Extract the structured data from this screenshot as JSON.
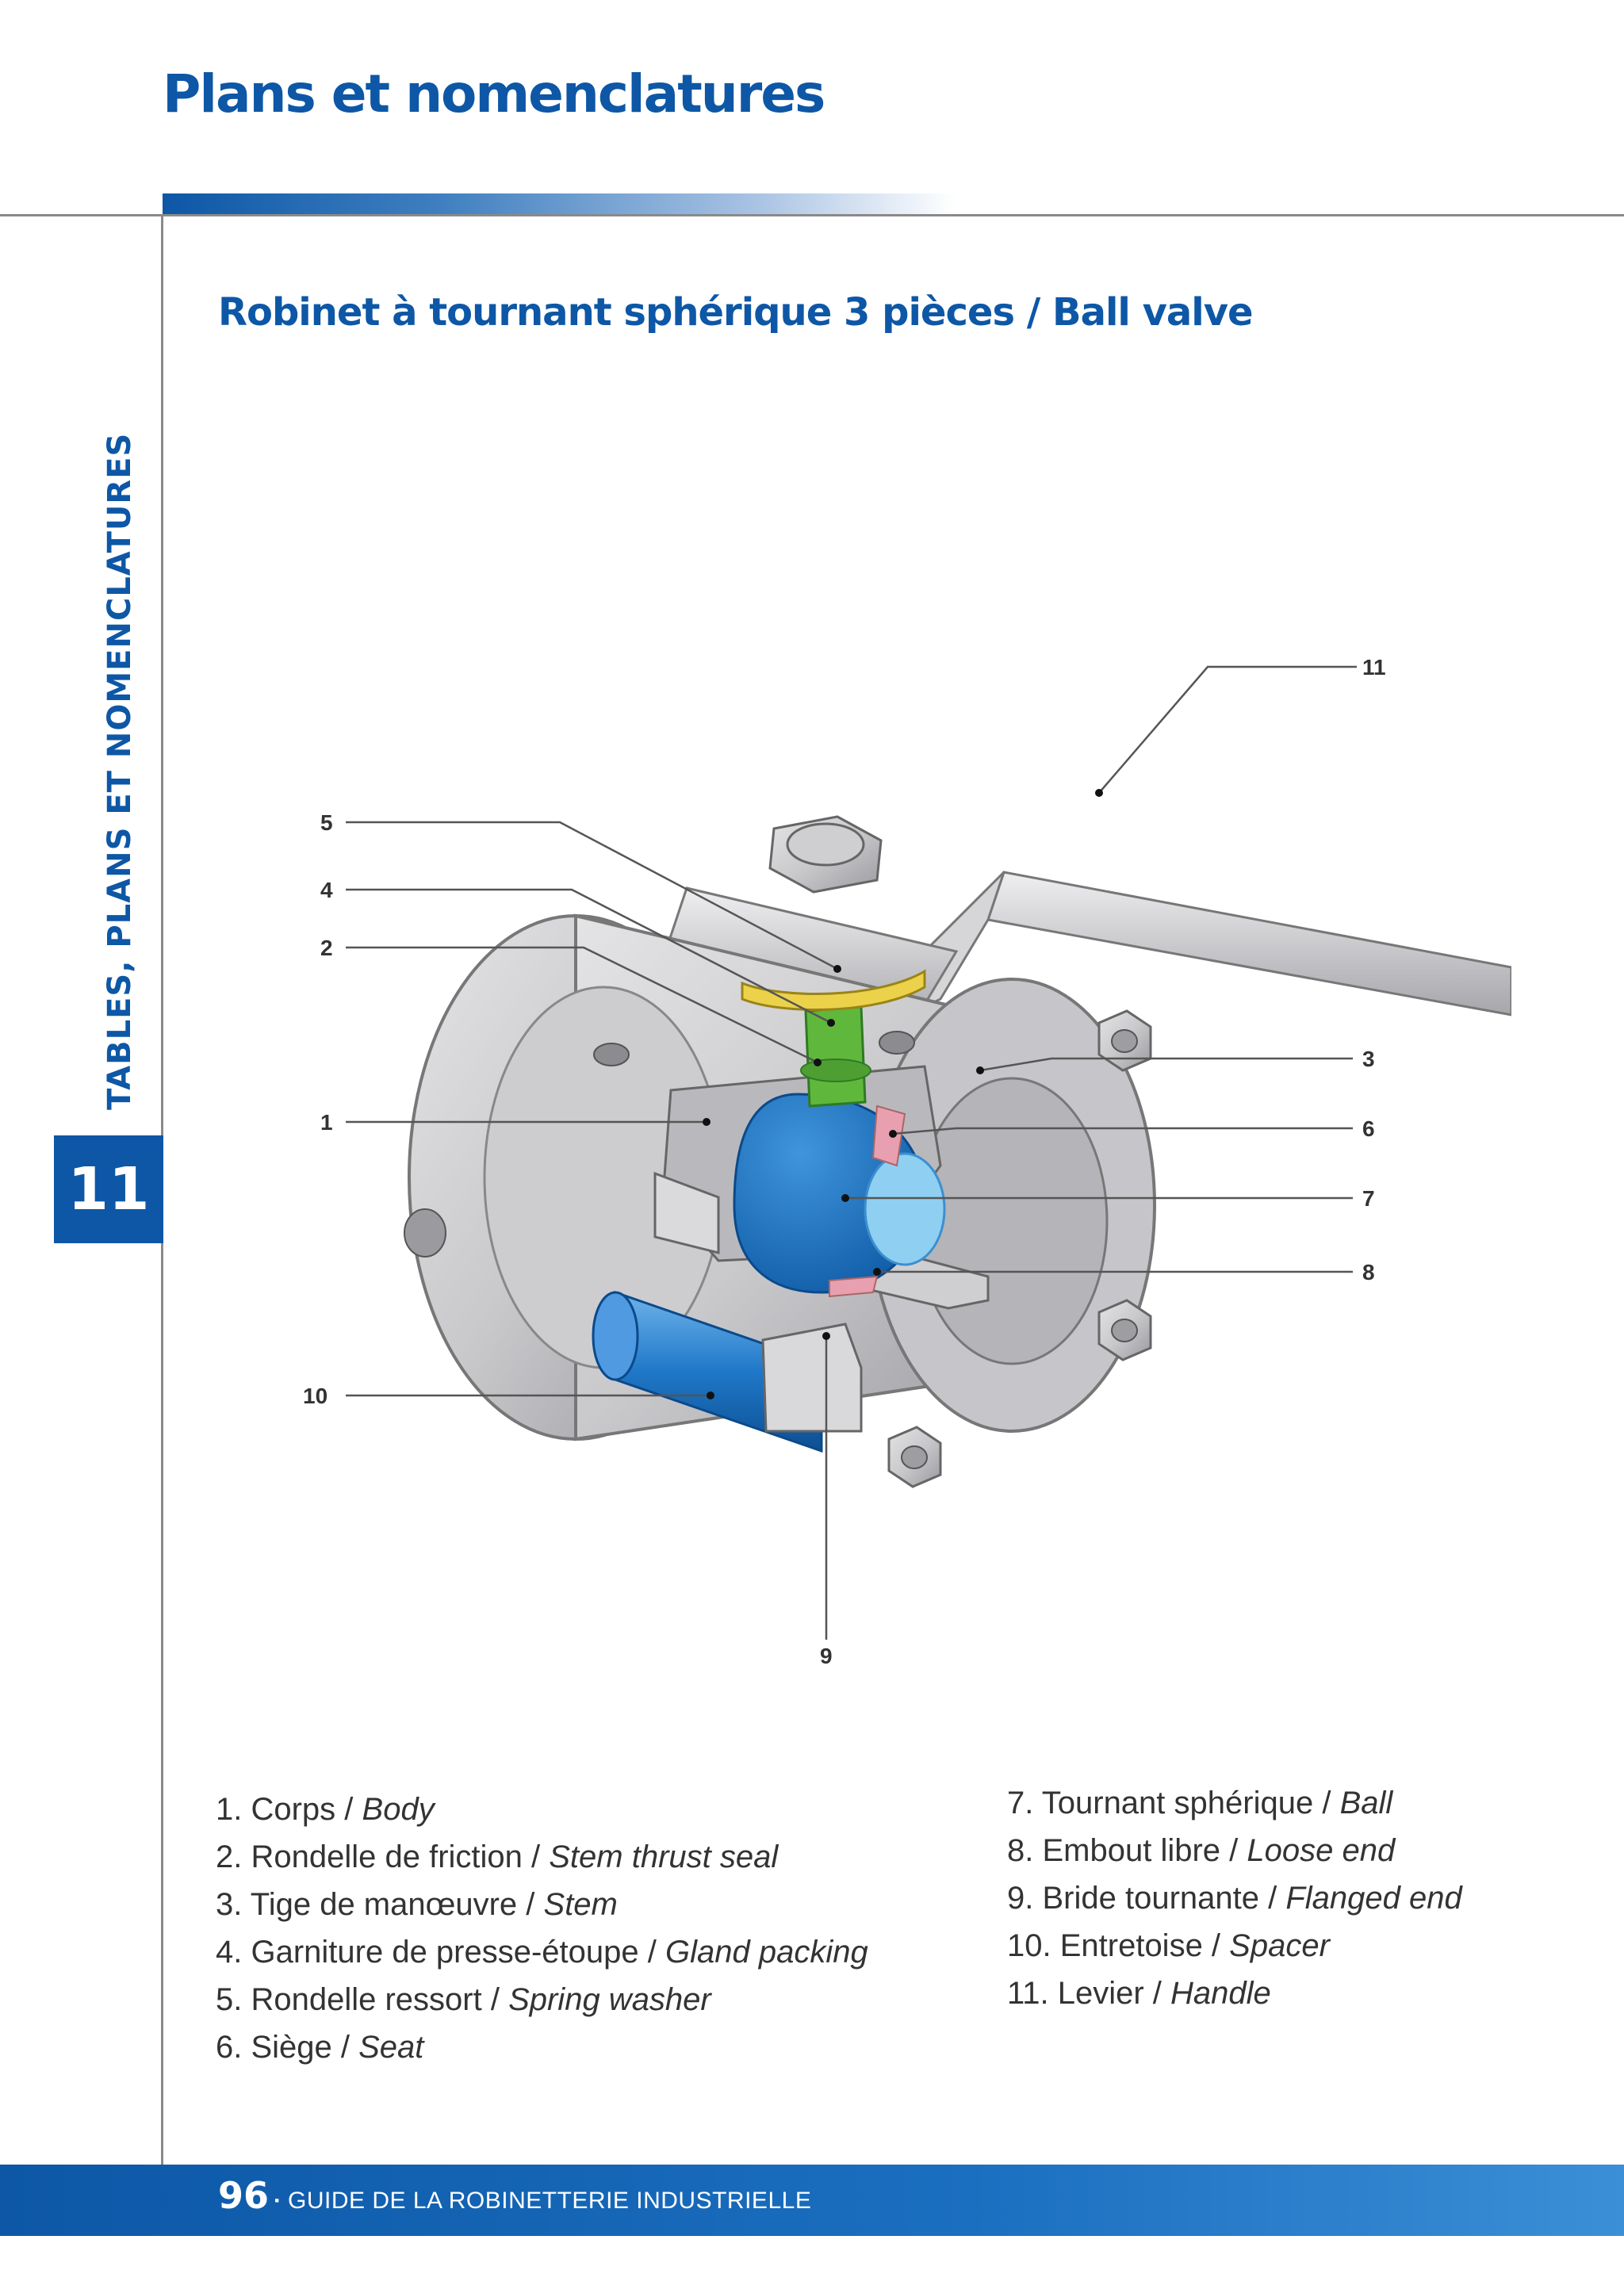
{
  "header": {
    "title": "Plans et nomenclatures"
  },
  "sidebar": {
    "label": "TABLES, PLANS ET NOMENCLATURES",
    "chapter": "11"
  },
  "section": {
    "title": "Robinet à tournant sphérique 3 pièces / Ball valve"
  },
  "callouts": [
    "1",
    "2",
    "3",
    "4",
    "5",
    "6",
    "7",
    "8",
    "9",
    "10",
    "11"
  ],
  "legend": {
    "left": [
      {
        "fr": "1. Corps / ",
        "en": "Body"
      },
      {
        "fr": "2. Rondelle de friction / ",
        "en": "Stem thrust seal"
      },
      {
        "fr": "3. Tige de manœuvre / ",
        "en": "Stem"
      },
      {
        "fr": "4. Garniture de presse-étoupe / ",
        "en": "Gland packing"
      },
      {
        "fr": "5. Rondelle ressort / ",
        "en": "Spring washer"
      },
      {
        "fr": "6. Siège / ",
        "en": "Seat"
      }
    ],
    "right": [
      {
        "fr": "7. Tournant sphérique / ",
        "en": "Ball"
      },
      {
        "fr": "8. Embout libre / ",
        "en": "Loose end"
      },
      {
        "fr": "9. Bride tournante / ",
        "en": "Flanged end"
      },
      {
        "fr": "10. Entretoise / ",
        "en": "Spacer"
      },
      {
        "fr": "11. Levier / ",
        "en": "Handle"
      }
    ]
  },
  "footer": {
    "page_number": "96",
    "separator": "·",
    "guide_title": "GUIDE DE LA ROBINETTERIE INDUSTRIELLE"
  },
  "colors": {
    "brand_blue": "#0d57a6",
    "ball_blue": "#1a72c4",
    "stem_green": "#5fb83c",
    "washer_yellow": "#ecd24a",
    "seat_pink": "#e8a0b0"
  }
}
